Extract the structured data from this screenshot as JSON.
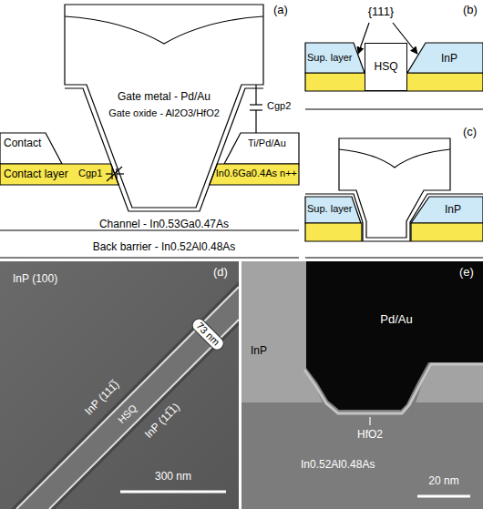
{
  "diagram": {
    "nodes": [
      {
        "text": [
          "Channel - In0.53Ga0.47As"
        ]
      },
      {
        "text": [
          "Back barrier - In0.52Al0.48As"
        ]
      },
      {
        "text": [
          "HSQ"
        ]
      },
      {
        "text": [
          "InP (100)",
          "InP (111̅)",
          "HSQ",
          "InP (11̅1)",
          "73 nm",
          "300 nm"
        ]
      },
      {
        "text": [
          "InP",
          "Pd/Au",
          "HfO2",
          "In0.52Al0.48As",
          "20 nm"
        ]
      }
    ],
    "labels": [
      "(a)",
      "Gate metal - Pd/Au",
      "Gate oxide - Al2O3/HfO2",
      "Cgp2",
      "Contact",
      "Ti/Pd/Au",
      "Contact layer",
      "Cgp1",
      "In0.6Ga0.4As n++",
      "(b)",
      "{111}",
      "Sup. layer",
      "InP",
      "(c)",
      "Sup. layer",
      "InP",
      "(d)",
      "(e)"
    ]
  }
}
